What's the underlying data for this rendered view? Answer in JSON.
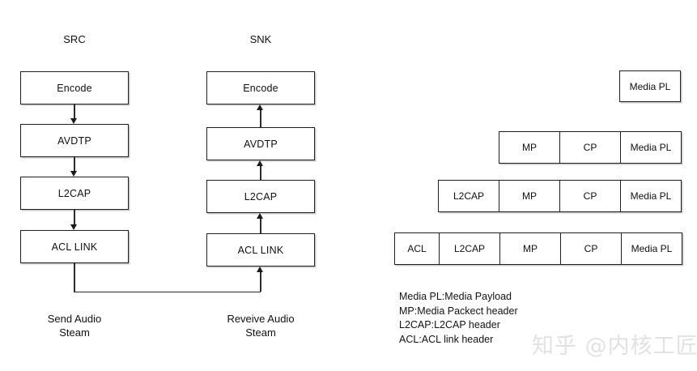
{
  "diagram": {
    "title_src": "SRC",
    "title_snk": "SNK",
    "src_caption_line1": "Send Audio",
    "src_caption_line2": "Steam",
    "snk_caption_line1": "Reveive Audio",
    "snk_caption_line2": "Steam",
    "src_stack": [
      {
        "label": "Encode"
      },
      {
        "label": "AVDTP"
      },
      {
        "label": "L2CAP"
      },
      {
        "label": "ACL LINK"
      }
    ],
    "snk_stack": [
      {
        "label": "Encode"
      },
      {
        "label": "AVDTP"
      },
      {
        "label": "L2CAP"
      },
      {
        "label": "ACL LINK"
      }
    ]
  },
  "packets": {
    "rows": [
      {
        "cells": [
          {
            "label": "Media PL"
          }
        ]
      },
      {
        "cells": [
          {
            "label": "MP"
          },
          {
            "label": "CP"
          },
          {
            "label": "Media PL"
          }
        ]
      },
      {
        "cells": [
          {
            "label": "L2CAP"
          },
          {
            "label": "MP"
          },
          {
            "label": "CP"
          },
          {
            "label": "Media PL"
          }
        ]
      },
      {
        "cells": [
          {
            "label": "ACL"
          },
          {
            "label": "L2CAP"
          },
          {
            "label": "MP"
          },
          {
            "label": "CP"
          },
          {
            "label": "Media PL"
          }
        ]
      }
    ]
  },
  "legend": {
    "line1": "Media PL:Media Payload",
    "line2": "MP:Media Packect header",
    "line3": "L2CAP:L2CAP header",
    "line4": "ACL:ACL link header"
  },
  "watermark": {
    "text": "知乎 @内核工匠"
  },
  "colors": {
    "background": "#ffffff",
    "box_border": "#1f1f1f",
    "box_shadow": "#c9c9c9",
    "text": "#101010",
    "arrow": "#2b2b2b",
    "watermark": "#e2e2e2"
  }
}
